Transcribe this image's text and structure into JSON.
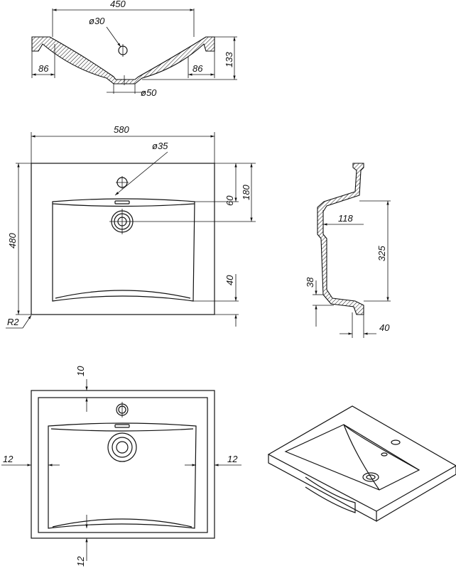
{
  "dimensions": {
    "top_width": "450",
    "hole_top": "ø30",
    "height_133": "133",
    "rim_left": "86",
    "rim_right": "86",
    "drain": "ø50",
    "plan_width": "580",
    "hole_plan": "ø35",
    "plan_height": "480",
    "dim_180": "180",
    "dim_60": "60",
    "dim_40": "40",
    "radius": "R2",
    "side_118": "118",
    "side_325": "325",
    "side_38": "38",
    "side_40": "40",
    "margin_10": "10",
    "margin_12_left": "12",
    "margin_12_right": "12",
    "margin_12_bottom": "12"
  }
}
